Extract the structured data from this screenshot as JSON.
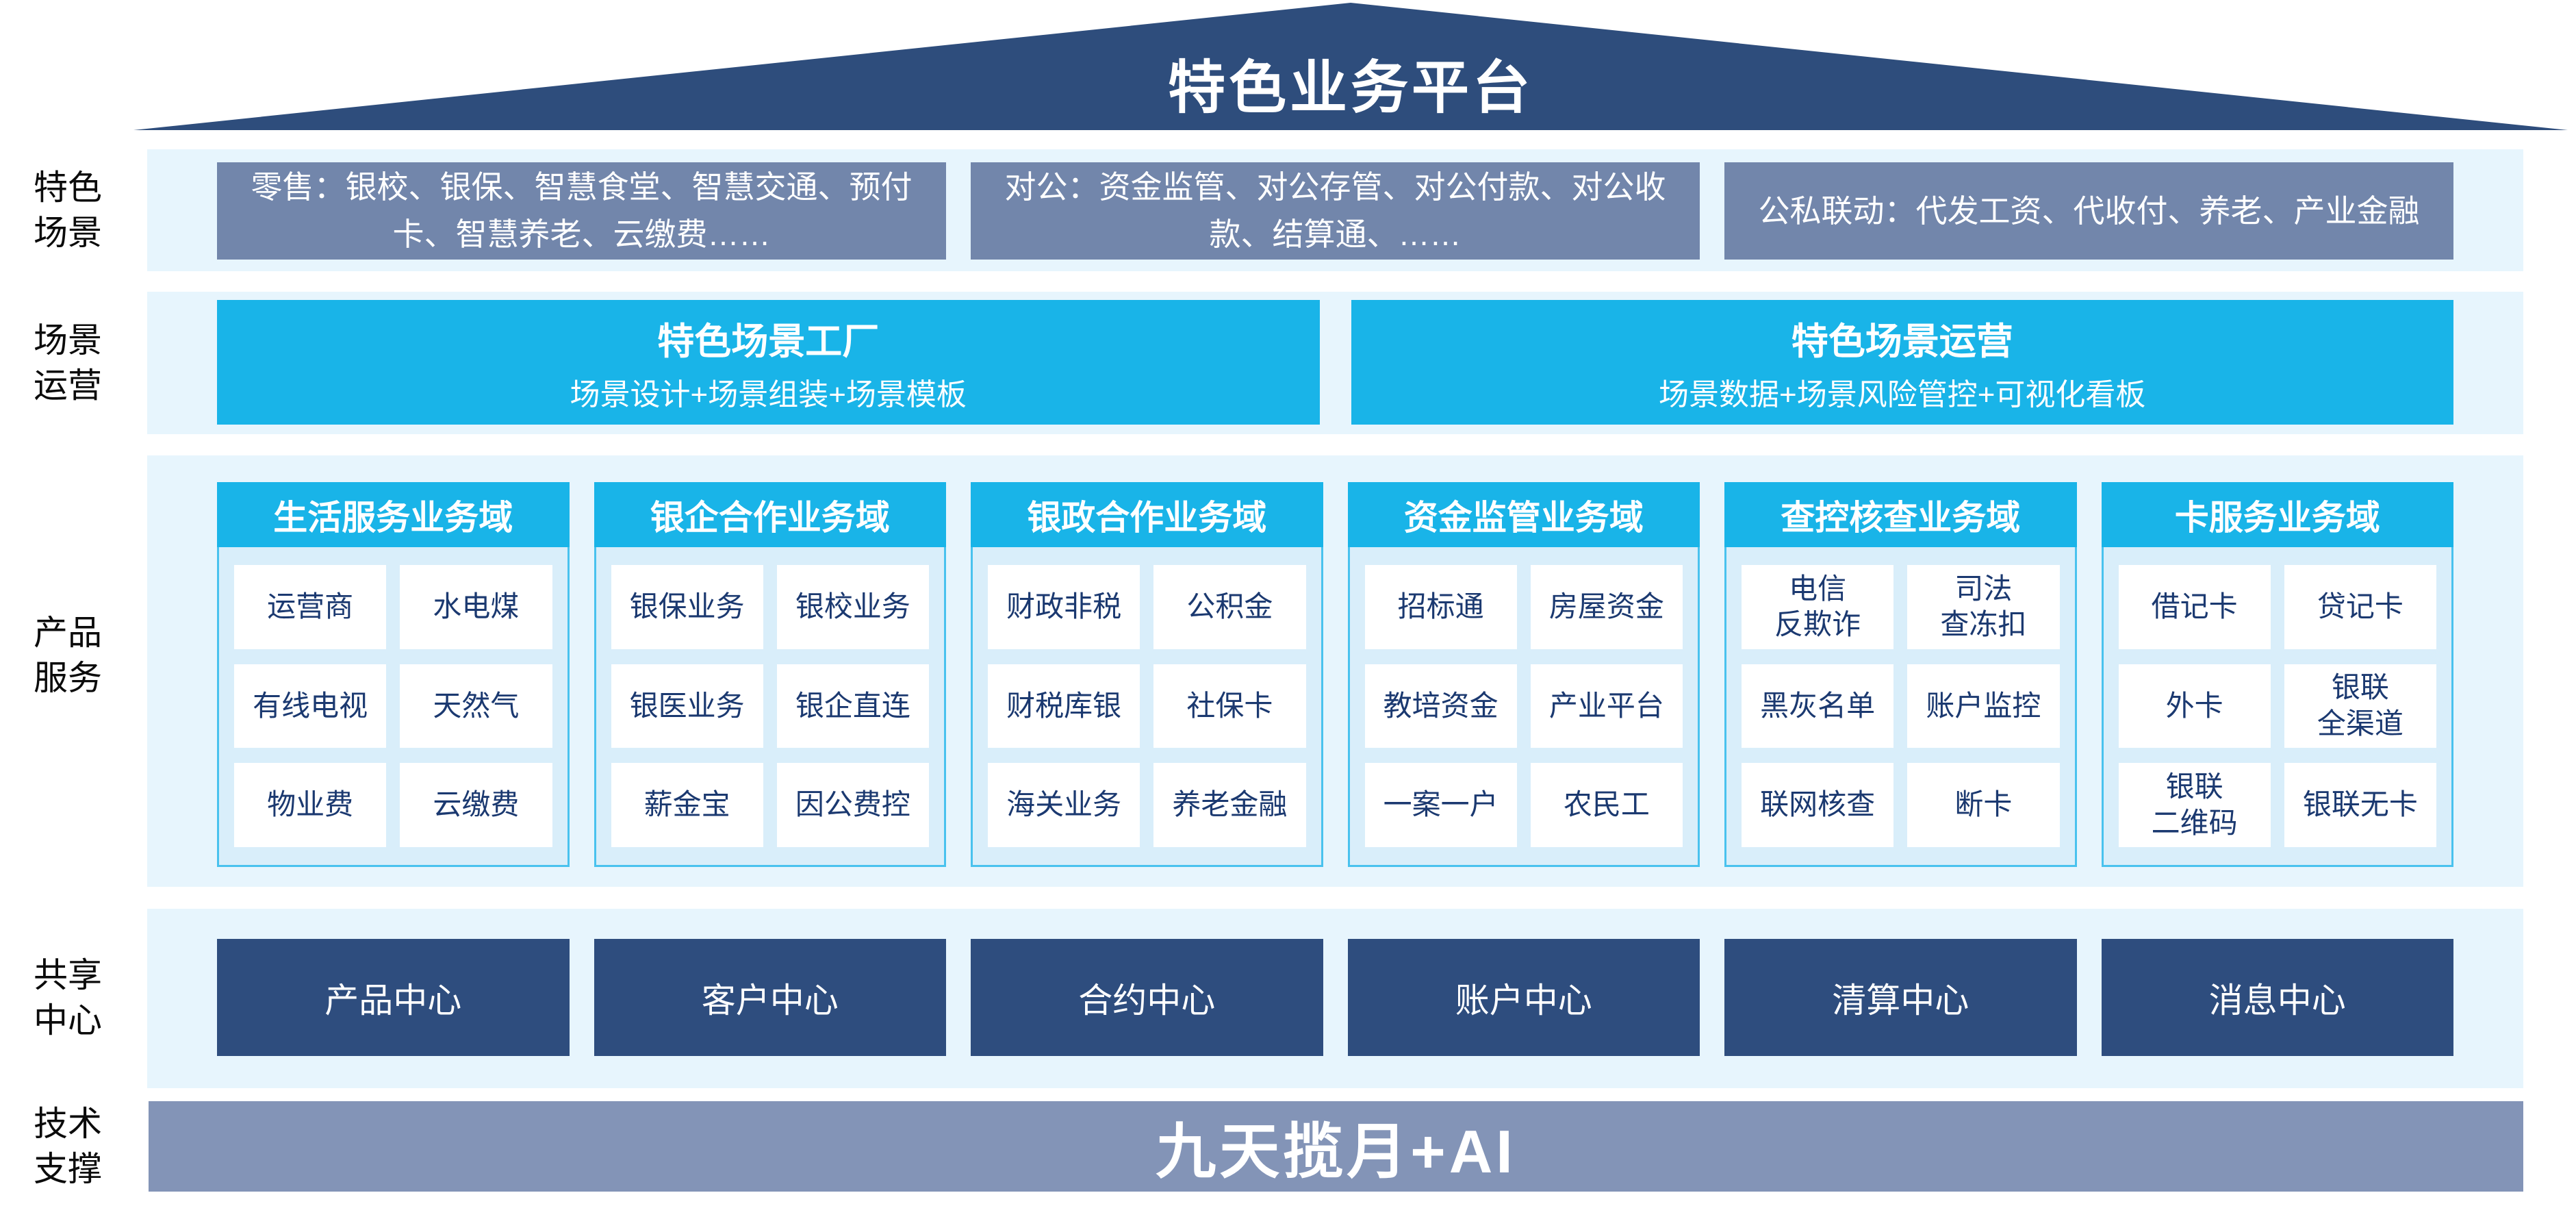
{
  "roof": {
    "title": "特色业务平台"
  },
  "left_labels": {
    "scene": "特色\n场景",
    "operation": "场景\n运营",
    "products": "产品\n服务",
    "sharing": "共享\n中心",
    "tech": "技术\n支撑"
  },
  "scene": {
    "boxes": [
      "零售：银校、银保、智慧食堂、智慧交通、预付卡、智慧养老、云缴费……",
      "对公：资金监管、对公存管、对公付款、对公收款、结算通、……",
      "公私联动：代发工资、代收付、养老、产业金融"
    ]
  },
  "operation": {
    "boxes": [
      {
        "title": "特色场景工厂",
        "subtitle": "场景设计+场景组装+场景模板"
      },
      {
        "title": "特色场景运营",
        "subtitle": "场景数据+场景风险管控+可视化看板"
      }
    ]
  },
  "products": {
    "domains": [
      {
        "header": "生活服务业务域",
        "cells": [
          "运营商",
          "水电煤",
          "有线电视",
          "天然气",
          "物业费",
          "云缴费"
        ]
      },
      {
        "header": "银企合作业务域",
        "cells": [
          "银保业务",
          "银校业务",
          "银医业务",
          "银企直连",
          "薪金宝",
          "因公费控"
        ]
      },
      {
        "header": "银政合作业务域",
        "cells": [
          "财政非税",
          "公积金",
          "财税库银",
          "社保卡",
          "海关业务",
          "养老金融"
        ]
      },
      {
        "header": "资金监管业务域",
        "cells": [
          "招标通",
          "房屋资金",
          "教培资金",
          "产业平台",
          "一案一户",
          "农民工"
        ]
      },
      {
        "header": "查控核查业务域",
        "cells": [
          "电信\n反欺诈",
          "司法\n查冻扣",
          "黑灰名单",
          "账户监控",
          "联网核查",
          "断卡"
        ]
      },
      {
        "header": "卡服务业务域",
        "cells": [
          "借记卡",
          "贷记卡",
          "外卡",
          "银联\n全渠道",
          "银联\n二维码",
          "银联无卡"
        ]
      }
    ]
  },
  "sharing": {
    "centers": [
      "产品中心",
      "客户中心",
      "合约中心",
      "账户中心",
      "清算中心",
      "消息中心"
    ]
  },
  "tech": {
    "banner": "九天揽月+AI"
  },
  "colors": {
    "roof_navy": "#2e4d7c",
    "scene_gray_blue": "#7286ab",
    "cyan": "#19b4e8",
    "band_bg": "#e7f5fd",
    "domain_body_bg": "#d9eefa",
    "domain_border": "#49c2ee",
    "cell_text_navy": "#1b3970",
    "center_navy": "#2e4d7e",
    "tech_bar_gray_blue": "#8394b7"
  }
}
